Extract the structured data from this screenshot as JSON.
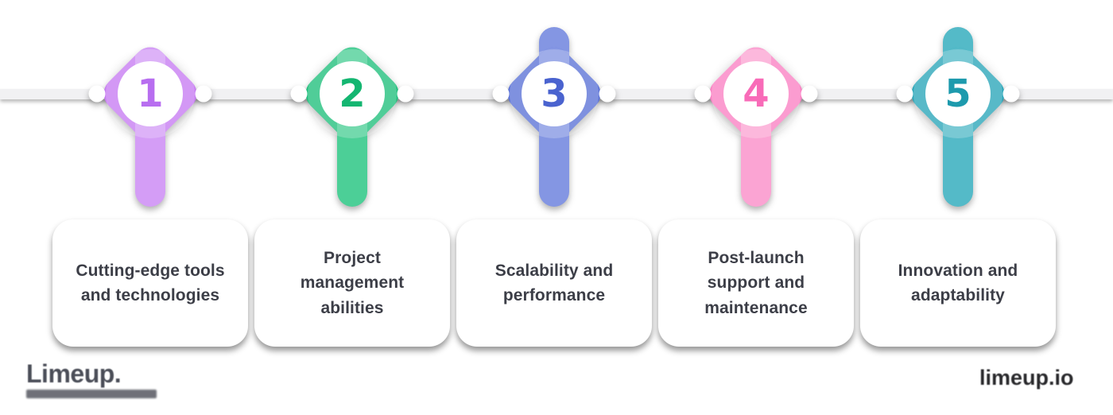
{
  "steps": [
    {
      "number": "1",
      "label": "Cutting-edge tools and technologies",
      "color": "#c77cf2",
      "color_light": "#d49df6",
      "number_color": "#b86ef0"
    },
    {
      "number": "2",
      "label": "Project management abilities",
      "color": "#1fbf7c",
      "color_light": "#4ccf97",
      "number_color": "#14b671"
    },
    {
      "number": "3",
      "label": "Scalability and performance",
      "color": "#5b72d7",
      "color_light": "#8496e3",
      "number_color": "#4a63cf"
    },
    {
      "number": "4",
      "label": "Post-launch support and maintenance",
      "color": "#fa80c3",
      "color_light": "#fba4d3",
      "number_color": "#f86bb8"
    },
    {
      "number": "5",
      "label": "Innovation and adaptability",
      "color": "#29a6b9",
      "color_light": "#54bac8",
      "number_color": "#1d9aad"
    }
  ],
  "timeline": {
    "line_color": "#f1f1f3",
    "dot_color": "#ffffff"
  },
  "card": {
    "background": "#ffffff",
    "text_color": "#3c3e47"
  },
  "footer": {
    "logo_text": "Limeup.",
    "logo_color": "#4b4e58",
    "website": "limeup.io",
    "website_color": "#29292c"
  }
}
